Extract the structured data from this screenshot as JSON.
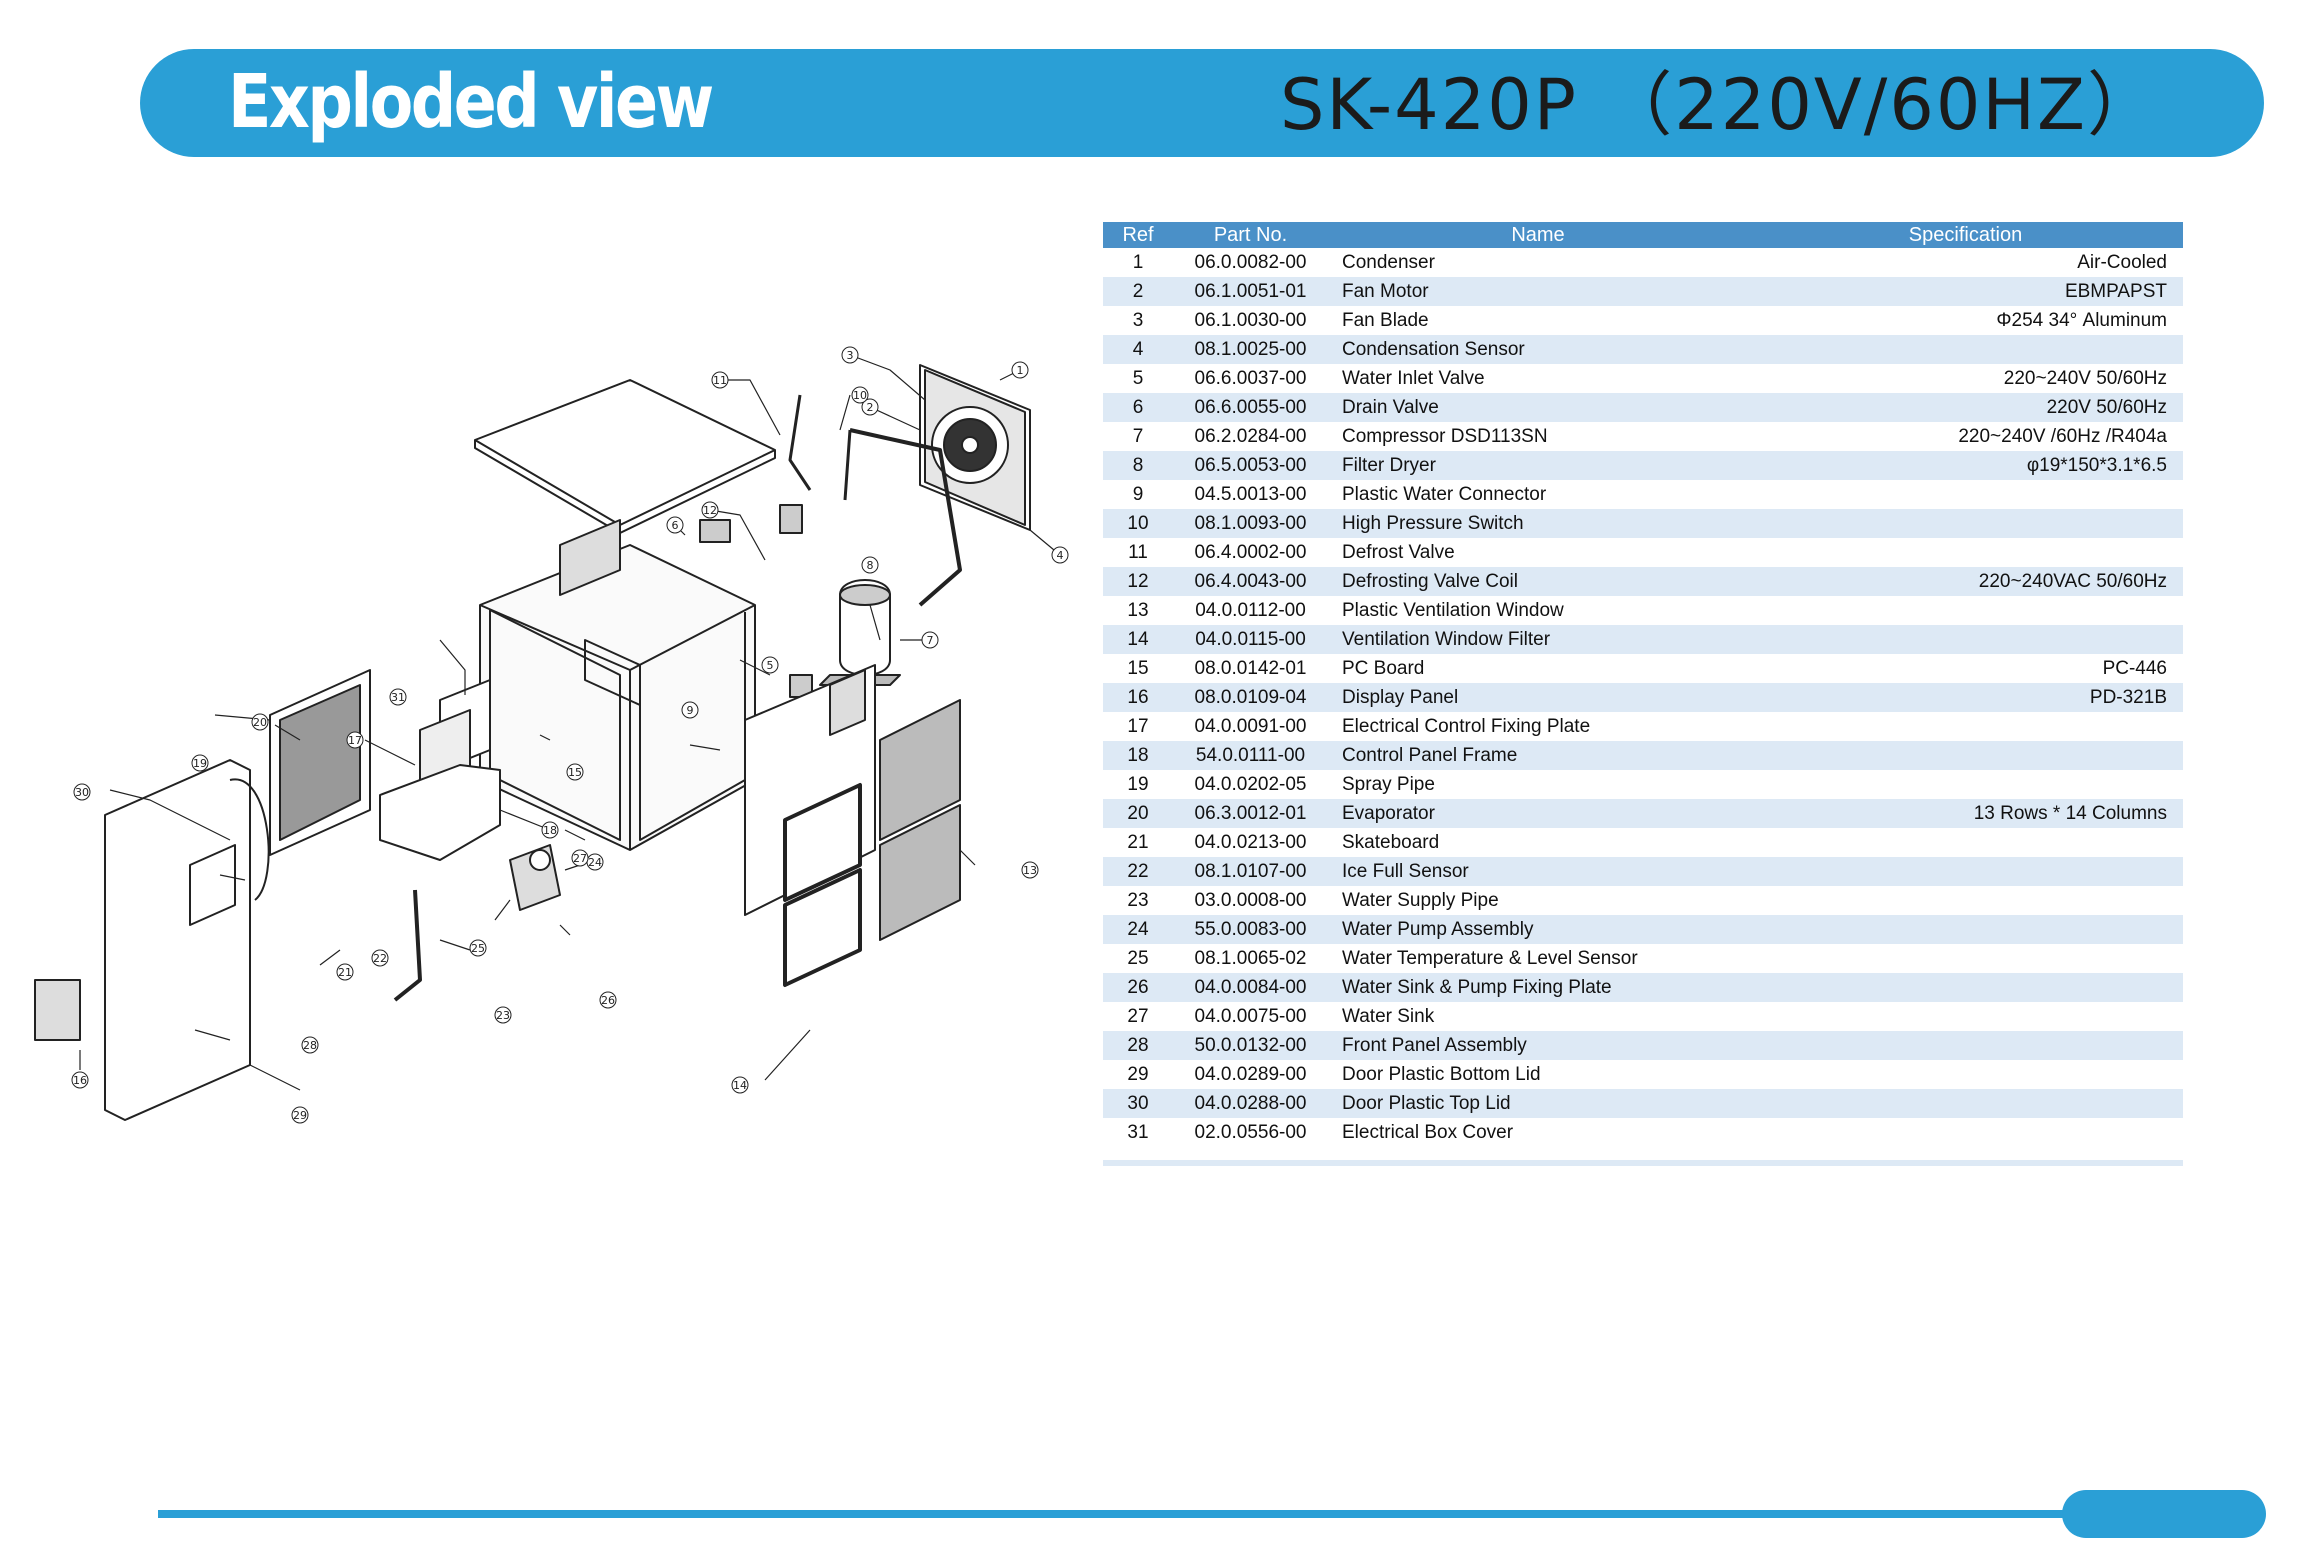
{
  "header": {
    "title": "Exploded view",
    "model": "SK-420P （220V/60HZ）"
  },
  "diagram": {
    "callouts": [
      "1",
      "2",
      "3",
      "4",
      "5",
      "6",
      "7",
      "8",
      "9",
      "10",
      "11",
      "12",
      "13",
      "14",
      "15",
      "16",
      "17",
      "18",
      "19",
      "20",
      "21",
      "22",
      "23",
      "24",
      "25",
      "26",
      "27",
      "28",
      "29",
      "30",
      "31"
    ]
  },
  "table": {
    "headers": [
      "Ref",
      "Part No.",
      "Name",
      "Specification"
    ],
    "rows": [
      {
        "ref": "1",
        "part": "06.0.0082-00",
        "name": "Condenser",
        "spec": "Air-Cooled"
      },
      {
        "ref": "2",
        "part": "06.1.0051-01",
        "name": "Fan Motor",
        "spec": "EBMPAPST"
      },
      {
        "ref": "3",
        "part": "06.1.0030-00",
        "name": "Fan Blade",
        "spec": "Φ254 34° Aluminum"
      },
      {
        "ref": "4",
        "part": "08.1.0025-00",
        "name": "Condensation Sensor",
        "spec": ""
      },
      {
        "ref": "5",
        "part": "06.6.0037-00",
        "name": "Water Inlet Valve",
        "spec": "220~240V  50/60Hz"
      },
      {
        "ref": "6",
        "part": "06.6.0055-00",
        "name": "Drain Valve",
        "spec": "220V 50/60Hz"
      },
      {
        "ref": "7",
        "part": "06.2.0284-00",
        "name": "Compressor  DSD113SN",
        "spec": "220~240V /60Hz /R404a"
      },
      {
        "ref": "8",
        "part": "06.5.0053-00",
        "name": "Filter Dryer",
        "spec": "φ19*150*3.1*6.5"
      },
      {
        "ref": "9",
        "part": "04.5.0013-00",
        "name": "Plastic Water Connector",
        "spec": ""
      },
      {
        "ref": "10",
        "part": "08.1.0093-00",
        "name": "High Pressure Switch",
        "spec": ""
      },
      {
        "ref": "11",
        "part": "06.4.0002-00",
        "name": "Defrost Valve",
        "spec": ""
      },
      {
        "ref": "12",
        "part": "06.4.0043-00",
        "name": "Defrosting Valve Coil",
        "spec": "220~240VAC  50/60Hz"
      },
      {
        "ref": "13",
        "part": "04.0.0112-00",
        "name": "Plastic Ventilation Window",
        "spec": ""
      },
      {
        "ref": "14",
        "part": "04.0.0115-00",
        "name": "Ventilation Window Filter",
        "spec": ""
      },
      {
        "ref": "15",
        "part": "08.0.0142-01",
        "name": "PC Board",
        "spec": "PC-446"
      },
      {
        "ref": "16",
        "part": "08.0.0109-04",
        "name": "Display Panel",
        "spec": "PD-321B"
      },
      {
        "ref": "17",
        "part": "04.0.0091-00",
        "name": "Electrical Control Fixing Plate",
        "spec": ""
      },
      {
        "ref": "18",
        "part": "54.0.0111-00",
        "name": "Control Panel Frame",
        "spec": ""
      },
      {
        "ref": "19",
        "part": "04.0.0202-05",
        "name": "Spray Pipe",
        "spec": ""
      },
      {
        "ref": "20",
        "part": "06.3.0012-01",
        "name": "Evaporator",
        "spec": "13 Rows * 14 Columns"
      },
      {
        "ref": "21",
        "part": "04.0.0213-00",
        "name": "Skateboard",
        "spec": ""
      },
      {
        "ref": "22",
        "part": "08.1.0107-00",
        "name": "Ice Full Sensor",
        "spec": ""
      },
      {
        "ref": "23",
        "part": "03.0.0008-00",
        "name": "Water Supply Pipe",
        "spec": ""
      },
      {
        "ref": "24",
        "part": "55.0.0083-00",
        "name": "Water Pump Assembly",
        "spec": ""
      },
      {
        "ref": "25",
        "part": "08.1.0065-02",
        "name": "Water Temperature & Level Sensor",
        "spec": ""
      },
      {
        "ref": "26",
        "part": "04.0.0084-00",
        "name": "Water Sink & Pump Fixing Plate",
        "spec": ""
      },
      {
        "ref": "27",
        "part": "04.0.0075-00",
        "name": "Water Sink",
        "spec": ""
      },
      {
        "ref": "28",
        "part": "50.0.0132-00",
        "name": "Front Panel Assembly",
        "spec": ""
      },
      {
        "ref": "29",
        "part": "04.0.0289-00",
        "name": "Door Plastic Bottom Lid",
        "spec": ""
      },
      {
        "ref": "30",
        "part": "04.0.0288-00",
        "name": "Door Plastic Top Lid",
        "spec": ""
      },
      {
        "ref": "31",
        "part": "02.0.0556-00",
        "name": "Electrical Box Cover",
        "spec": ""
      }
    ]
  },
  "colors": {
    "accent": "#2a9fd6",
    "table_header": "#4a90c8",
    "row_alt": "#dde9f5"
  }
}
